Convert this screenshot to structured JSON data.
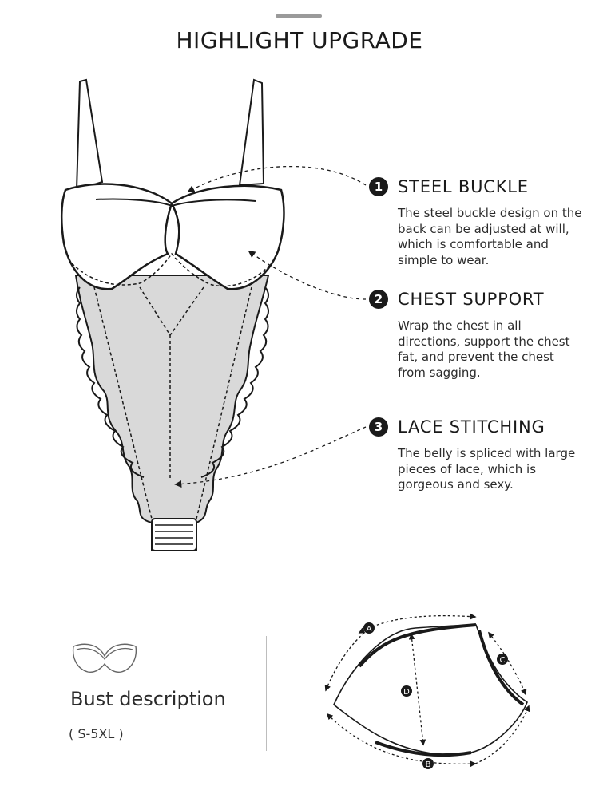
{
  "page": {
    "title": "HIGHLIGHT UPGRADE"
  },
  "features": [
    {
      "number": "1",
      "title": "STEEL BUCKLE",
      "description": "The steel buckle design on the back can be adjusted at will, which is comfortable and simple to wear."
    },
    {
      "number": "2",
      "title": "CHEST SUPPORT",
      "description": "Wrap the chest in all directions, support the chest fat, and prevent the chest from sagging."
    },
    {
      "number": "3",
      "title": "LACE STITCHING",
      "description": "The belly is spliced with large pieces of lace, which is gorgeous and sexy."
    }
  ],
  "bust": {
    "label": "Bust description",
    "size_range": "( S-5XL )"
  },
  "cup_diagram": {
    "markers": [
      "A",
      "B",
      "C",
      "D"
    ]
  },
  "colors": {
    "ink": "#1a1a1a",
    "fabric": "#d9d9d9",
    "background": "#ffffff"
  }
}
